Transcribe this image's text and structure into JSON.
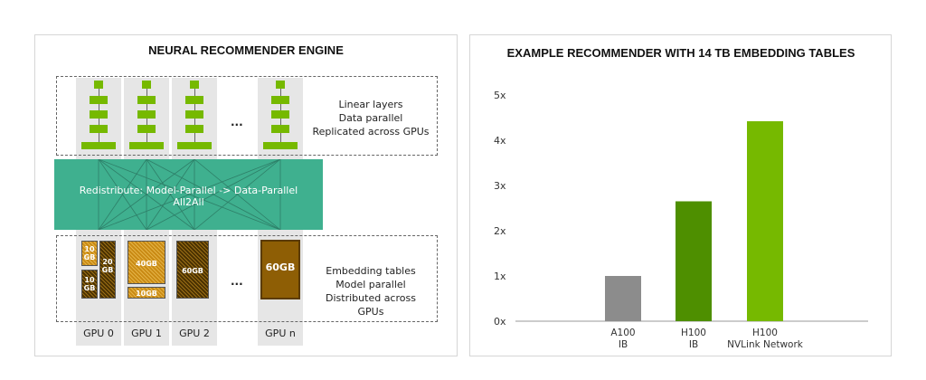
{
  "left": {
    "title": "NEURAL RECOMMENDER ENGINE",
    "linear_text": [
      "Linear layers",
      "Data parallel",
      "Replicated across GPUs"
    ],
    "redistribute_text": [
      "Redistribute: Model-Parallel -> Data-Parallel",
      "All2All"
    ],
    "embedding_text": [
      "Embedding tables",
      "Model parallel",
      "Distributed across GPUs"
    ],
    "ellipsis": "...",
    "gpus": [
      {
        "label": "GPU 0",
        "blocks": [
          "10 GB",
          "20 GB",
          "10 GB"
        ]
      },
      {
        "label": "GPU 1",
        "blocks": [
          "40GB",
          "10GB"
        ]
      },
      {
        "label": "GPU 2",
        "blocks": [
          "60GB"
        ]
      },
      {
        "label": "GPU n",
        "blocks": [
          "60GB"
        ]
      }
    ]
  },
  "chart_data": {
    "type": "bar",
    "title": "EXAMPLE RECOMMENDER WITH 14 TB EMBEDDING TABLES",
    "categories": [
      [
        "A100",
        "IB"
      ],
      [
        "H100",
        "IB"
      ],
      [
        "H100",
        "NVLink Network"
      ]
    ],
    "values": [
      1.0,
      2.65,
      4.42
    ],
    "colors": [
      "#8c8c8c",
      "#4e8f00",
      "#76b900"
    ],
    "y_ticks": [
      "0x",
      "1x",
      "2x",
      "3x",
      "4x",
      "5x"
    ],
    "ylim": [
      0,
      5
    ],
    "grid": false
  }
}
